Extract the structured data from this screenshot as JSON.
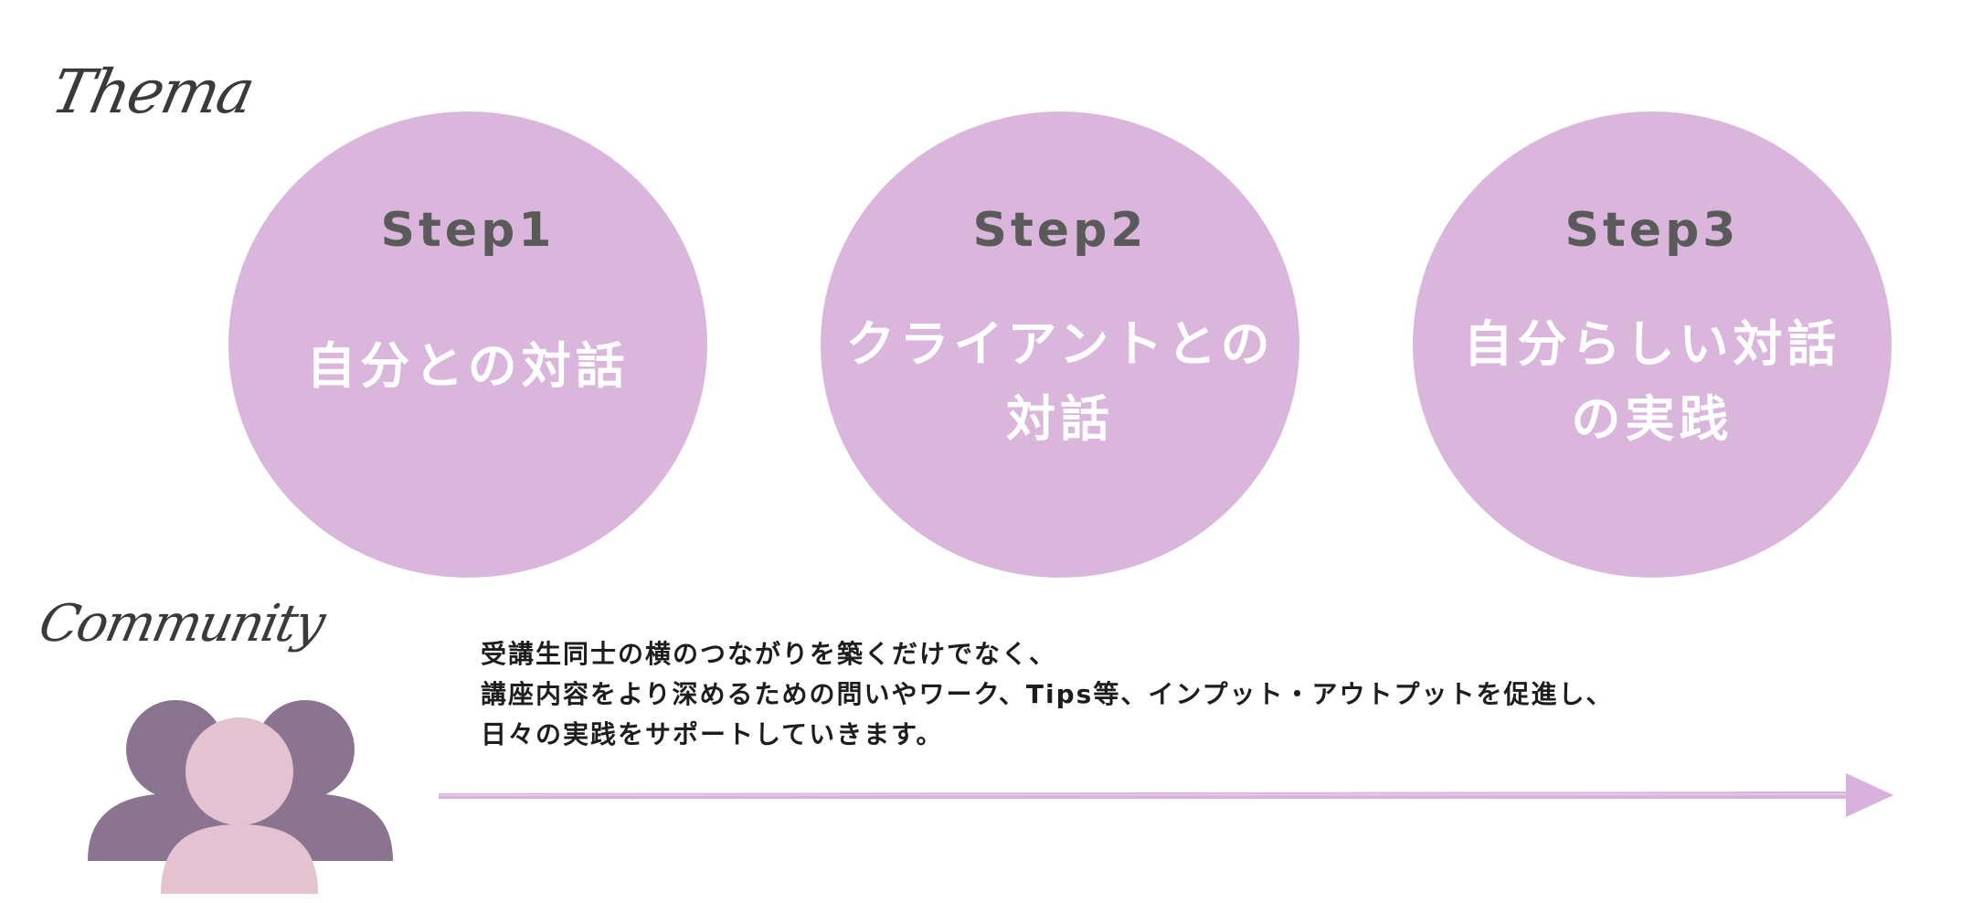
{
  "labels": {
    "thema": "Thema",
    "community": "Community"
  },
  "steps": [
    {
      "title": "Step1",
      "lines": [
        "自分との対話"
      ]
    },
    {
      "title": "Step2",
      "lines": [
        "クライアントとの",
        "対話"
      ]
    },
    {
      "title": "Step3",
      "lines": [
        "自分らしい対話",
        "の実践"
      ]
    }
  ],
  "community": {
    "description": [
      "受講生同士の横のつながりを築くだけでなく、",
      "講座内容をより深めるための問いやワーク、Tips等、インプット・アウトプットを促進し、",
      "日々の実践をサポートしていきます。"
    ]
  },
  "icons": {
    "people": "people-group-icon",
    "arrow": "arrow-right-icon"
  },
  "colors": {
    "circle": "#dab6dd",
    "step_title": "#5b5a5b",
    "step_text": "#ffffff",
    "person_back": "#8a7490",
    "person_front": "#e4c2cf",
    "arrow": "#d8b2dc"
  }
}
